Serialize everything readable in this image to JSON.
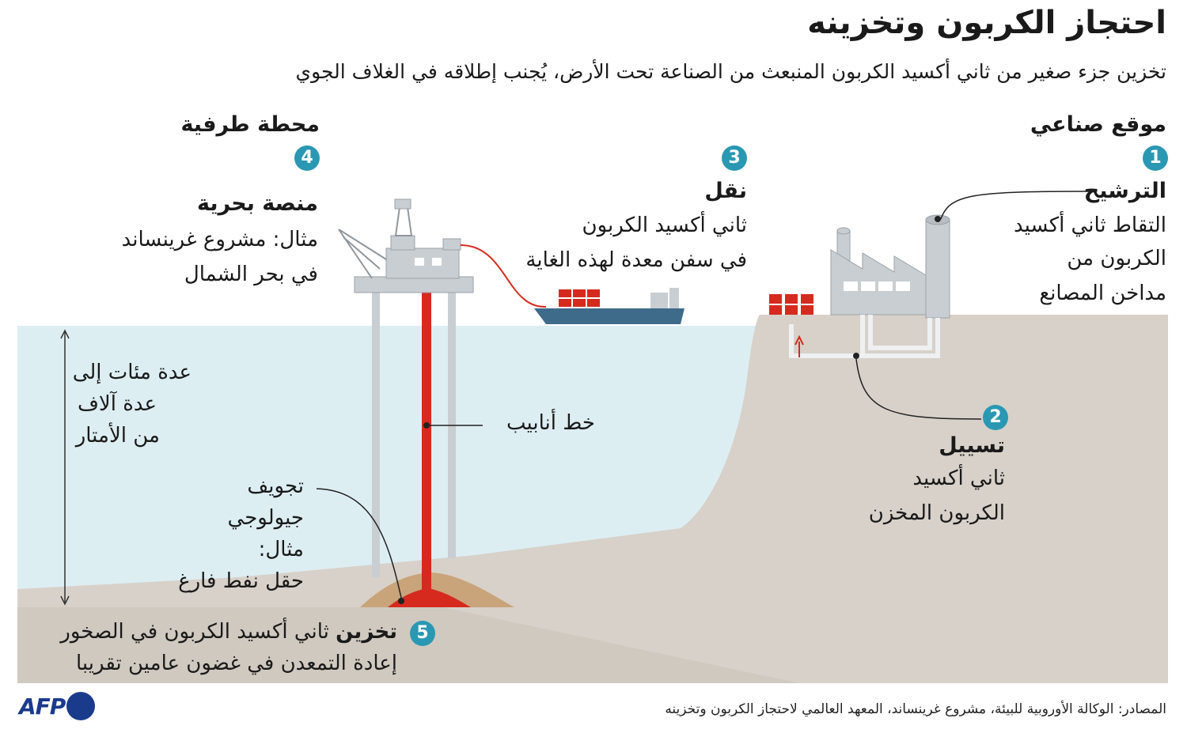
{
  "title": "احتجاز الكربون وتخزينه",
  "subtitle": "تخزين جزء صغير من ثاني أكسيد الكربون المنبعث من الصناعة تحت الأرض، يُجنب إطلاقه في الغلاف الجوي",
  "industrial_site": {
    "label": "موقع صناعي"
  },
  "terminal": {
    "label": "محطة طرفية"
  },
  "steps": [
    {
      "number": "1",
      "heading": "الترشيح",
      "lines": [
        "التقاط ثاني أكسيد",
        "الكربون من",
        "مداخن المصانع"
      ]
    },
    {
      "number": "2",
      "heading": "تسييل",
      "lines": [
        "ثاني أكسيد",
        "الكربون المخزن"
      ]
    },
    {
      "number": "3",
      "heading": "نقل",
      "lines": [
        "ثاني أكسيد الكربون",
        "في سفن معدة لهذه الغاية"
      ]
    },
    {
      "number": "4",
      "heading": "منصة بحرية",
      "lines": [
        "مثال: مشروع غرينساند",
        "في بحر الشمال"
      ]
    },
    {
      "number": "5",
      "heading": "تخزين",
      "line1_rest": "ثاني أكسيد الكربون في الصخور",
      "line2": "إعادة التمعدن في غضون عامين تقريبا"
    }
  ],
  "pipeline_label": "خط أنابيب",
  "depth_lines": [
    "عدة مئات إلى",
    "عدة آلاف",
    "من الأمتار"
  ],
  "cavity_lines": [
    "تجويف",
    "جيولوجي",
    "مثال:",
    "حقل نفط فارغ"
  ],
  "source": "المصادر: الوكالة الأوروبية للبيئة، مشروع غرينساند، المعهد العالمي لاحتجاز الكربون وتخزينه",
  "logo_text": "AFP",
  "colors": {
    "accent": "#2a98b3",
    "sea": "#ddeef3",
    "ground": "#d7d1c9",
    "pipe": "#d62a1e",
    "rock": "#c9a47a",
    "logo": "#1a3a8c"
  }
}
